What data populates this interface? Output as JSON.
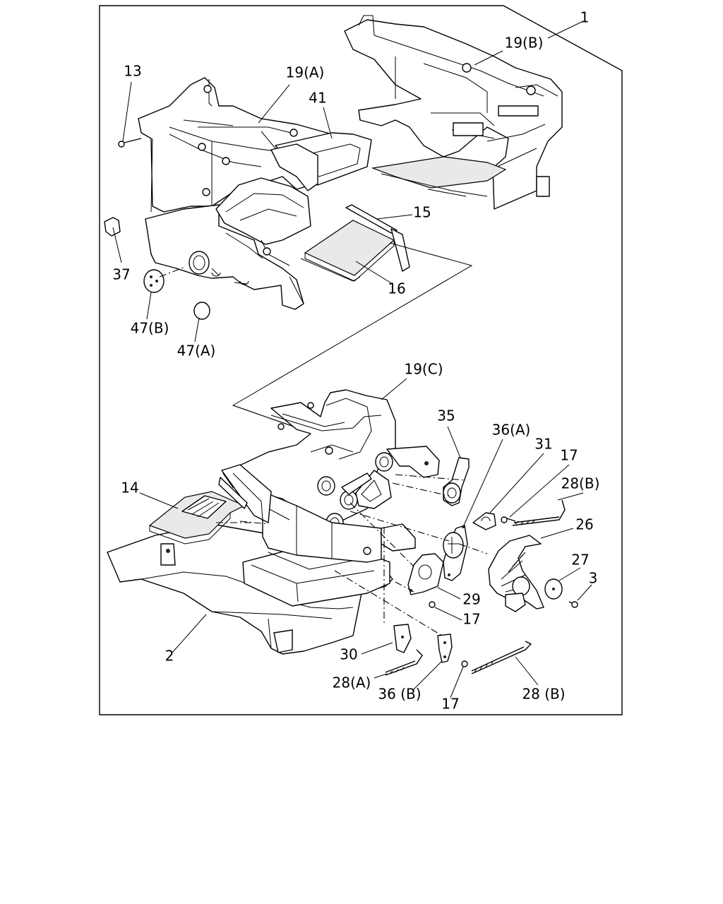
{
  "diagram": {
    "labels": {
      "p1": "1",
      "p19b": "19(B)",
      "p13": "13",
      "p19a": "19(A)",
      "p41": "41",
      "p15": "15",
      "p37": "37",
      "p16": "16",
      "p47b": "47(B)",
      "p47a": "47(A)",
      "p19c": "19(C)",
      "p35": "35",
      "p36a": "36(A)",
      "p31": "31",
      "p17a": "17",
      "p28b1": "28(B)",
      "p26": "26",
      "p14": "14",
      "p27": "27",
      "p3": "3",
      "p29": "29",
      "p17b": "17",
      "p2": "2",
      "p30": "30",
      "p28a": "28(A)",
      "p36b": "36 (B)",
      "p17c": "17",
      "p28b2": "28 (B)"
    }
  }
}
